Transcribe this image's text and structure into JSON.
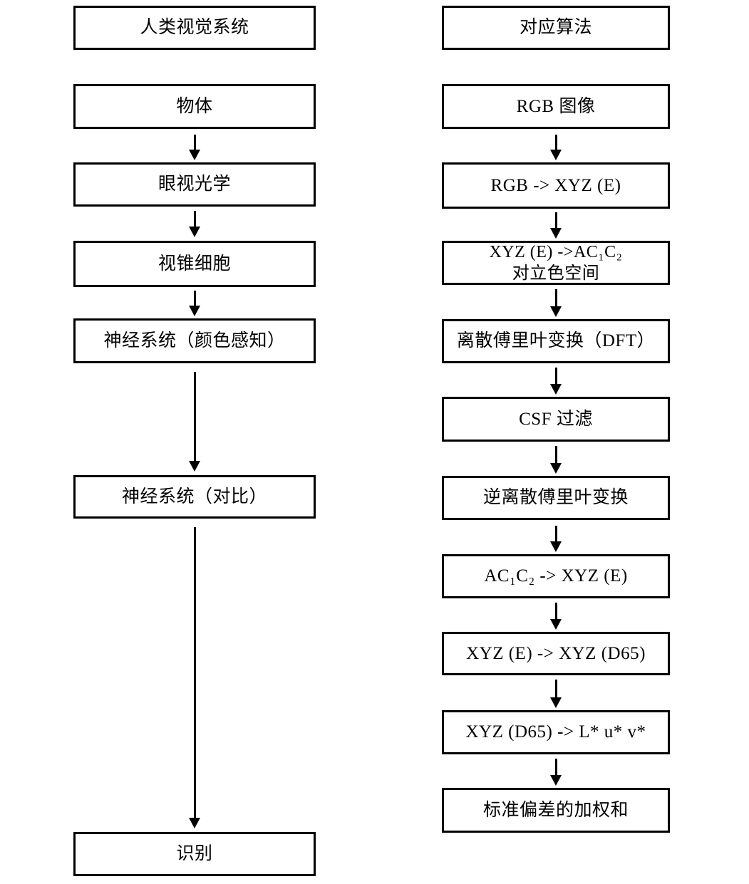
{
  "diagram": {
    "title": "HVS vs algorithm flowchart",
    "colors": {
      "background": "#ffffff",
      "box_border": "#000000",
      "text": "#000000",
      "arrow": "#000000"
    },
    "left_column": {
      "header": "人类视觉系统",
      "steps": [
        "物体",
        "眼视光学",
        "视锥细胞",
        "神经系统（颜色感知）",
        "神经系统（对比）",
        "识别"
      ]
    },
    "right_column": {
      "header": "对应算法",
      "steps": [
        "RGB 图像",
        "RGB -> XYZ (E)",
        "XYZ (E) ->AC₁C₂\n对立色空间",
        "离散傅里叶变换（DFT）",
        "CSF 过滤",
        "逆离散傅里叶变换",
        "AC₁C₂ -> XYZ (E)",
        "XYZ (E) -> XYZ (D65)",
        "XYZ (D65) -> L* u* v*",
        "标准偏差的加权和"
      ]
    }
  }
}
